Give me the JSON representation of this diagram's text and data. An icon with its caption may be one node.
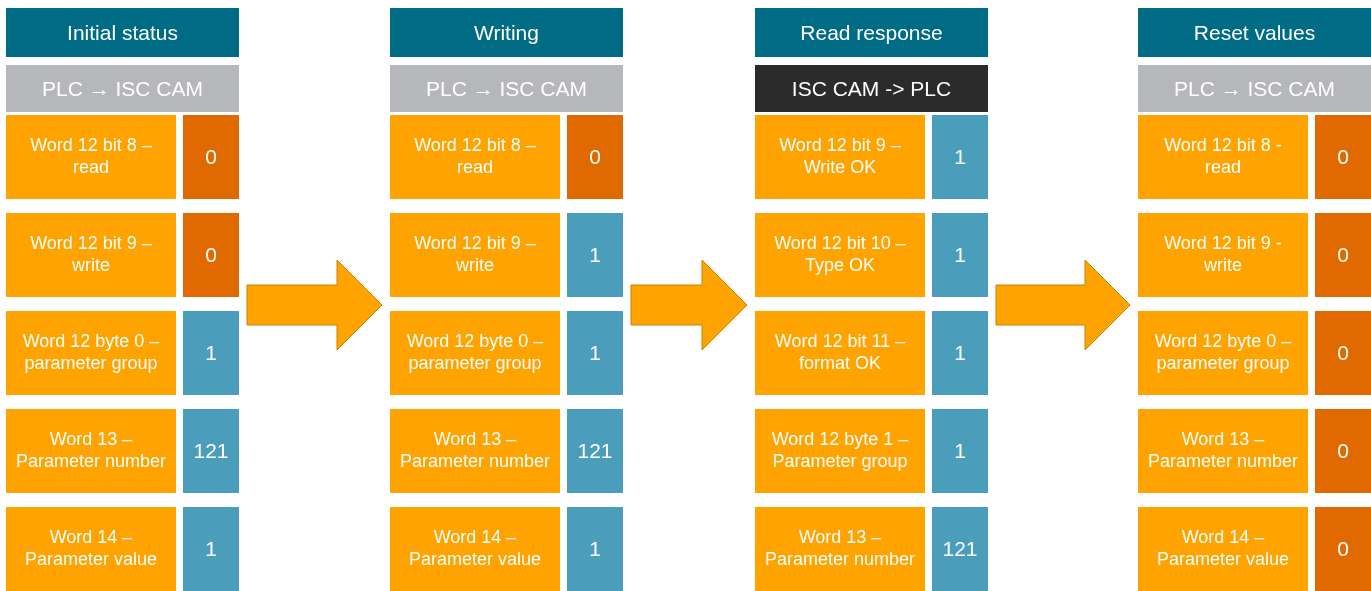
{
  "diagram": {
    "nodes": [
      {
        "text": [],
        "shape": "box"
      },
      {
        "text": [
          "Initial status"
        ],
        "in": 0
      },
      {
        "text": [
          "PLC → ISC CAM"
        ],
        "in": 0
      },
      {
        "text": [
          "Word 12 bit 8 – read"
        ],
        "in": 0
      },
      {
        "text": [
          "0"
        ],
        "in": 0
      },
      {
        "text": [
          "Word 12 bit 9 – write"
        ],
        "in": 0
      },
      {
        "text": [
          "0"
        ],
        "in": 0
      },
      {
        "text": [
          "Word 12 byte 0 – parameter group"
        ],
        "in": 0
      },
      {
        "text": [
          "1"
        ],
        "in": 0
      },
      {
        "text": [
          "Word 13 – Parameter number"
        ],
        "in": 0
      },
      {
        "text": [
          "121"
        ],
        "in": 0
      },
      {
        "text": [
          "Word 14 – Parameter value"
        ],
        "in": 0
      },
      {
        "text": [
          "1"
        ],
        "in": 0
      },
      {
        "text": [],
        "shape": "box"
      },
      {
        "text": [
          "Writing"
        ],
        "in": 13
      },
      {
        "text": [
          "PLC → ISC CAM"
        ],
        "in": 13
      },
      {
        "text": [
          "Word 12 bit 8 – read"
        ],
        "in": 13
      },
      {
        "text": [
          "0"
        ],
        "in": 13
      },
      {
        "text": [
          "Word 12 bit 9 – write"
        ],
        "in": 13
      },
      {
        "text": [
          "1"
        ],
        "in": 13
      },
      {
        "text": [
          "Word 12 byte 0 – parameter group"
        ],
        "in": 13
      },
      {
        "text": [
          "1"
        ],
        "in": 13
      },
      {
        "text": [
          "Word 13 – Parameter number"
        ],
        "in": 13
      },
      {
        "text": [
          "121"
        ],
        "in": 13
      },
      {
        "text": [
          "Word 14 – Parameter value"
        ],
        "in": 13
      },
      {
        "text": [
          "1"
        ],
        "in": 13
      },
      {
        "text": [],
        "shape": "box"
      },
      {
        "text": [
          "Read response"
        ],
        "in": 26
      },
      {
        "text": [
          "ISC CAM -> PLC"
        ],
        "in": 26
      },
      {
        "text": [
          "Word 12 bit 9 – Write OK"
        ],
        "in": 26
      },
      {
        "text": [
          "1"
        ],
        "in": 26
      },
      {
        "text": [
          "Word 12 bit 10 – Type OK"
        ],
        "in": 26
      },
      {
        "text": [
          "1"
        ],
        "in": 26
      },
      {
        "text": [
          "Word 12 bit 11 – format OK"
        ],
        "in": 26
      },
      {
        "text": [
          "1"
        ],
        "in": 26
      },
      {
        "text": [
          "Word 12 byte 1 – Parameter group"
        ],
        "in": 26
      },
      {
        "text": [
          "1"
        ],
        "in": 26
      },
      {
        "text": [
          "Word 13 – Parameter number"
        ],
        "in": 26
      },
      {
        "text": [
          "121"
        ],
        "in": 26
      },
      {
        "text": [],
        "shape": "box"
      },
      {
        "text": [
          "Reset values"
        ],
        "in": 39
      },
      {
        "text": [
          "PLC → ISC CAM"
        ],
        "in": 39
      },
      {
        "text": [
          "Word 12 bit 8 - read"
        ],
        "in": 39
      },
      {
        "text": [
          "0"
        ],
        "in": 39
      },
      {
        "text": [
          "Word 12 bit 9 - write"
        ],
        "in": 39
      },
      {
        "text": [
          "0"
        ],
        "in": 39
      },
      {
        "text": [
          "Word 12 byte 0 – parameter group"
        ],
        "in": 39
      },
      {
        "text": [
          "0"
        ],
        "in": 39
      },
      {
        "text": [
          "Word 13 – Parameter number"
        ],
        "in": 39
      },
      {
        "text": [
          "0"
        ],
        "in": 39
      },
      {
        "text": [
          "Word 14 – Parameter value"
        ],
        "in": 39
      },
      {
        "text": [
          "0"
        ],
        "in": 39
      }
    ],
    "edges": [
      {
        "from": 0,
        "to": 13,
        "arrow": "to"
      },
      {
        "from": 13,
        "to": 26,
        "arrow": "to"
      },
      {
        "from": 26,
        "to": 39,
        "arrow": "to"
      }
    ]
  }
}
